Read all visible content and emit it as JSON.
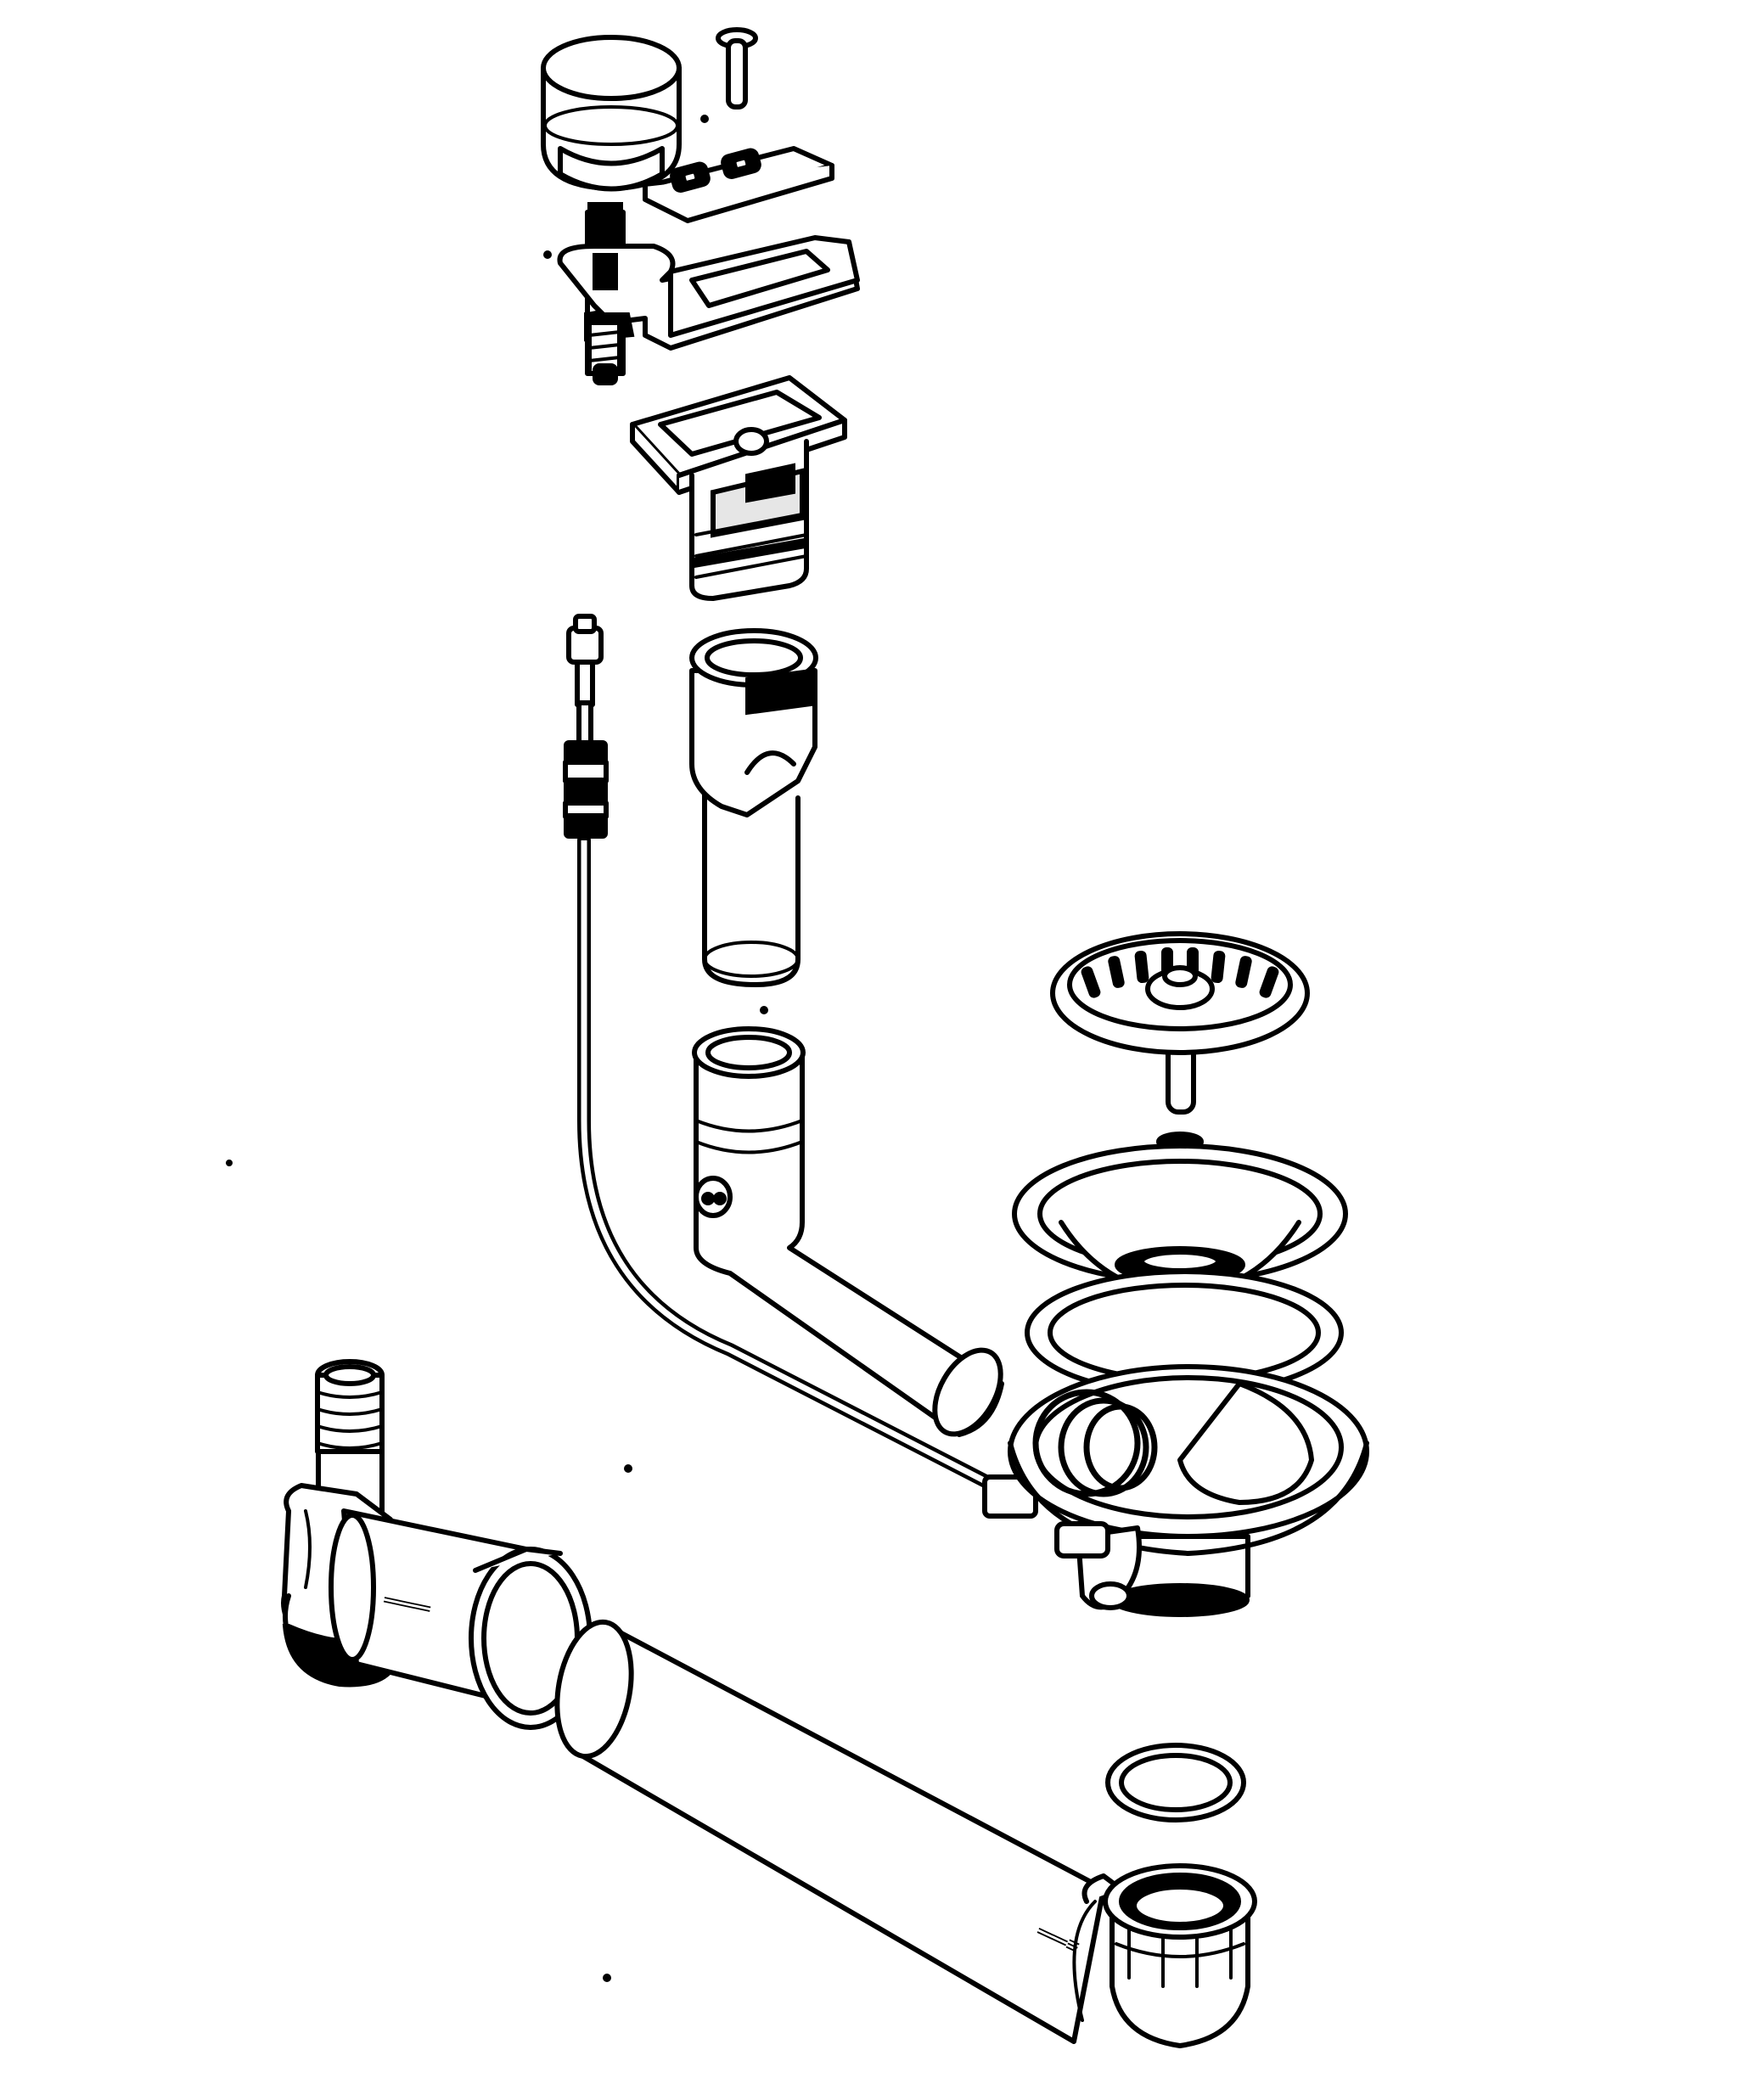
{
  "diagram": {
    "type": "exploded-assembly",
    "colors": {
      "ink": "#000000",
      "paper": "#ffffff",
      "shade": "#e6e6e6"
    },
    "parts": [
      {
        "id": "control-knob"
      },
      {
        "id": "cover-plate"
      },
      {
        "id": "mounting-bracket"
      },
      {
        "id": "overflow-housing"
      },
      {
        "id": "overflow-pipe"
      },
      {
        "id": "overflow-connector"
      },
      {
        "id": "bowden-cable"
      },
      {
        "id": "basket-strainer"
      },
      {
        "id": "plug-screw"
      },
      {
        "id": "drain-flange"
      },
      {
        "id": "flange-gasket"
      },
      {
        "id": "drain-body"
      },
      {
        "id": "trap-elbow"
      },
      {
        "id": "horizontal-pipe"
      },
      {
        "id": "seal-ring"
      },
      {
        "id": "pipe-nut"
      }
    ]
  }
}
